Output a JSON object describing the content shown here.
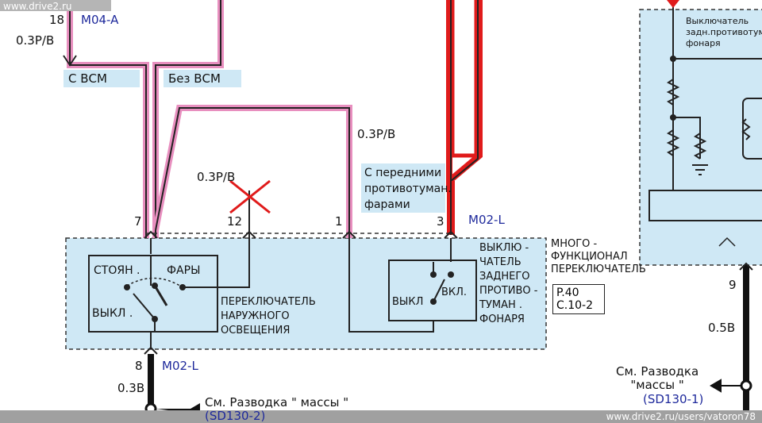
{
  "header": {
    "site_url": "www.drive2.ru"
  },
  "footer": {
    "site_url": "www.drive2.ru/users/vatoron78"
  },
  "wires": {
    "top_pin": "18",
    "top_connector": "M04-A",
    "top_wire_color": "0.3P/B",
    "variant_bcm": "С ВСМ",
    "variant_no_bcm": "Без ВСМ",
    "wire_pin12_color": "0.3P/B",
    "wire_pin1_color": "0.3P/B",
    "front_fog_note_1": "С передними",
    "front_fog_note_2": "противотуман.",
    "front_fog_note_3": "фарами",
    "pin7": "7",
    "pin12": "12",
    "pin1": "1",
    "pin3": "3",
    "connector_right": "M02-L",
    "pin8": "8",
    "connector_bottom": "M02-L",
    "ground_wire_color": "0.3B",
    "pin9": "9",
    "pin9_wire_color": "0.5B",
    "ground_ref_text": "См. Разводка \" массы \"",
    "ground_ref_code": "(SD130-2)",
    "ground_ref_text_right_1": "См. Разводка",
    "ground_ref_text_right_2": "\"массы \"",
    "ground_ref_code_right": "(SD130-1)"
  },
  "switch": {
    "name_1": "МНОГО -",
    "name_2": "ФУНКЦИОНАЛ",
    "name_3": "ПЕРЕКЛЮЧАТЕЛЬ",
    "ref_page": "P.40",
    "ref_code": "С.10-2",
    "light_switch_pos_park": "СТОЯН .",
    "light_switch_pos_head": "ФАРЫ",
    "light_switch_pos_off": "ВЫКЛ .",
    "light_switch_name_1": "ПЕРЕКЛЮЧАТЕЛЬ",
    "light_switch_name_2": "НАРУЖНОГО",
    "light_switch_name_3": "ОСВЕЩЕНИЯ",
    "fog_switch_off": "ВЫКЛ",
    "fog_switch_on": "ВКЛ.",
    "fog_switch_name_1": "ВЫКЛЮ -",
    "fog_switch_name_2": "ЧАТЕЛЬ",
    "fog_switch_name_3": "ЗАДНЕГО",
    "fog_switch_name_4": "ПРОТИВО -",
    "fog_switch_name_5": "ТУМАН .",
    "fog_switch_name_6": "ФОНАРЯ"
  },
  "right_module": {
    "title_1": "Выключатель",
    "title_2": "задн.противотуман.",
    "title_3": "фонаря"
  },
  "colors": {
    "module_fill": "#cfe8f5",
    "pink_wire": "#e88fbf",
    "red_wire": "#e01b1b",
    "blue_text": "#1f2a9c"
  }
}
